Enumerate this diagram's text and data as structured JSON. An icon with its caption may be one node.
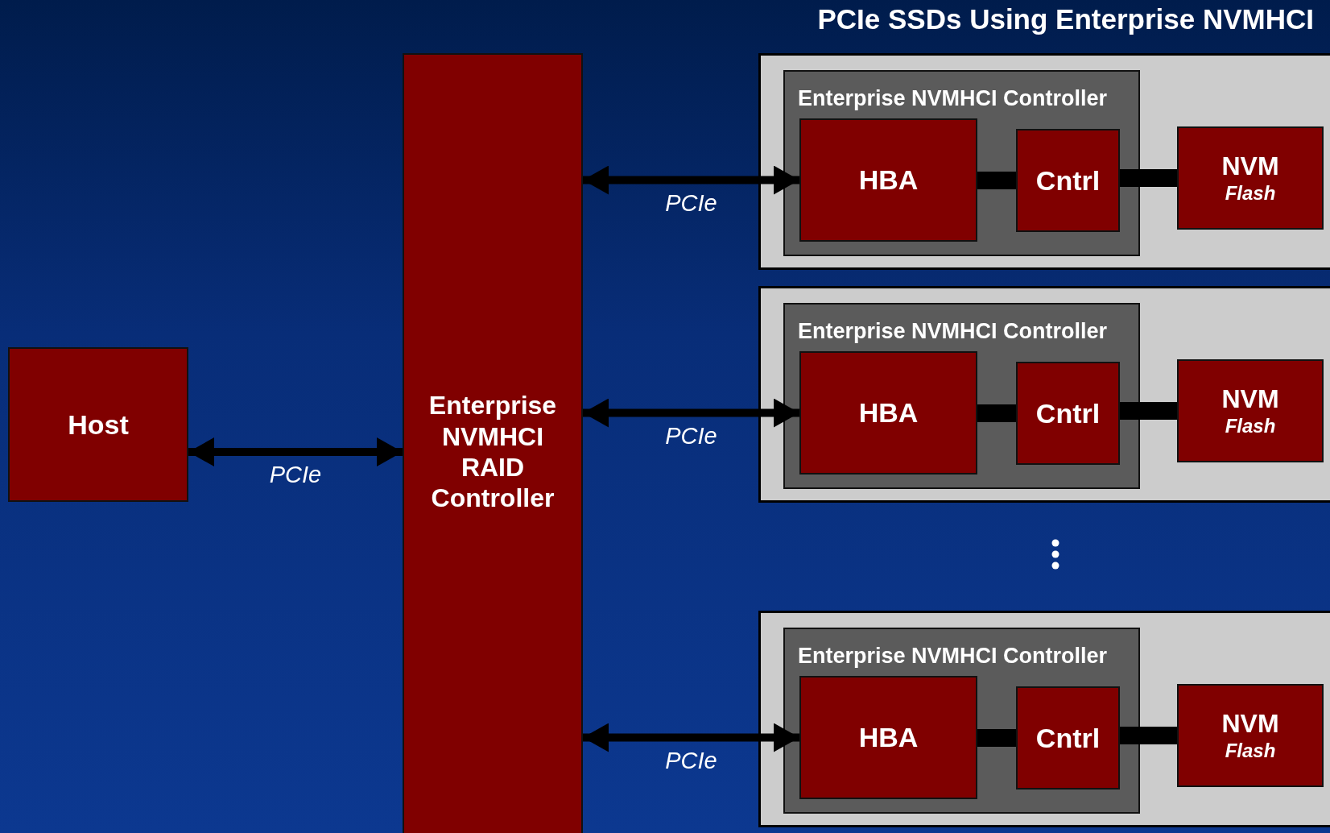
{
  "diagram": {
    "title": "PCIe SSDs Using Enterprise NVMHCI",
    "nodes": [
      {
        "text": [
          "Host"
        ]
      },
      {
        "text": [
          "Enterprise NVMHCI RAID Controller"
        ]
      },
      {
        "text": [],
        "shape": "box"
      },
      {
        "text": [
          "Enterprise NVMHCI Controller"
        ],
        "in": 2
      },
      {
        "text": [
          "HBA"
        ],
        "in": 3
      },
      {
        "text": [
          "Cntrl"
        ],
        "in": 3
      },
      {
        "text": [
          "NVM",
          "Flash"
        ],
        "in": 2
      },
      {
        "text": [],
        "shape": "box"
      },
      {
        "text": [
          "Enterprise NVMHCI Controller"
        ],
        "in": 7
      },
      {
        "text": [
          "HBA"
        ],
        "in": 8
      },
      {
        "text": [
          "Cntrl"
        ],
        "in": 8
      },
      {
        "text": [
          "NVM",
          "Flash"
        ],
        "in": 7
      },
      {
        "text": [],
        "shape": "box"
      },
      {
        "text": [
          "Enterprise NVMHCI Controller"
        ],
        "in": 12
      },
      {
        "text": [
          "HBA"
        ],
        "in": 13
      },
      {
        "text": [
          "Cntrl"
        ],
        "in": 13
      },
      {
        "text": [
          "NVM",
          "Flash"
        ],
        "in": 12
      }
    ],
    "edges": [
      {
        "from": 0,
        "to": 1,
        "arrow": "both",
        "label": "PCIe"
      },
      {
        "from": 1,
        "to": 4,
        "arrow": "both",
        "label": "PCIe"
      },
      {
        "from": 1,
        "to": 9,
        "arrow": "both",
        "label": "PCIe"
      },
      {
        "from": 1,
        "to": 14,
        "arrow": "both",
        "label": "PCIe"
      },
      {
        "from": 4,
        "to": 5,
        "arrow": "none"
      },
      {
        "from": 5,
        "to": 6,
        "arrow": "none"
      },
      {
        "from": 9,
        "to": 10,
        "arrow": "none"
      },
      {
        "from": 10,
        "to": 11,
        "arrow": "none"
      },
      {
        "from": 14,
        "to": 15,
        "arrow": "none"
      },
      {
        "from": 15,
        "to": 16,
        "arrow": "none"
      }
    ]
  }
}
